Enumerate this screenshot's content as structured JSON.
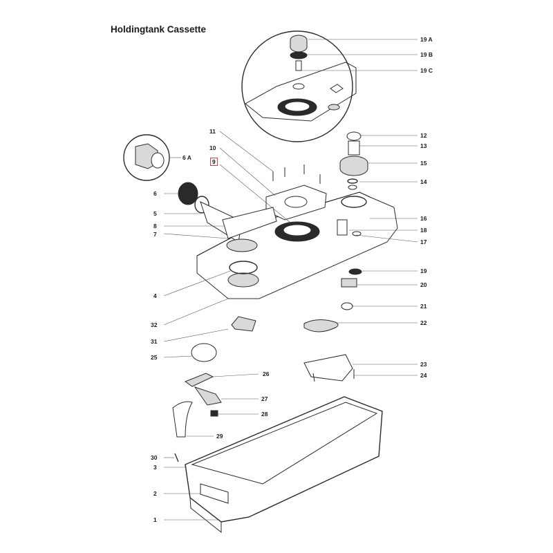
{
  "title": "Holdingtank Cassette",
  "callouts": {
    "c19a": "19 A",
    "c19b": "19 B",
    "c19c": "19 C",
    "c6a": "6 A",
    "c11": "11",
    "c10": "10",
    "c9": "9",
    "c12": "12",
    "c13": "13",
    "c15": "15",
    "c14": "14",
    "c6": "6",
    "c5": "5",
    "c8": "8",
    "c7": "7",
    "c16": "16",
    "c18": "18",
    "c17": "17",
    "c19": "19",
    "c20": "20",
    "c4": "4",
    "c21": "21",
    "c22": "22",
    "c32": "32",
    "c31": "31",
    "c25": "25",
    "c23": "23",
    "c24": "24",
    "c26": "26",
    "c27": "27",
    "c28": "28",
    "c29": "29",
    "c30": "30",
    "c3": "3",
    "c2": "2",
    "c1": "1"
  }
}
